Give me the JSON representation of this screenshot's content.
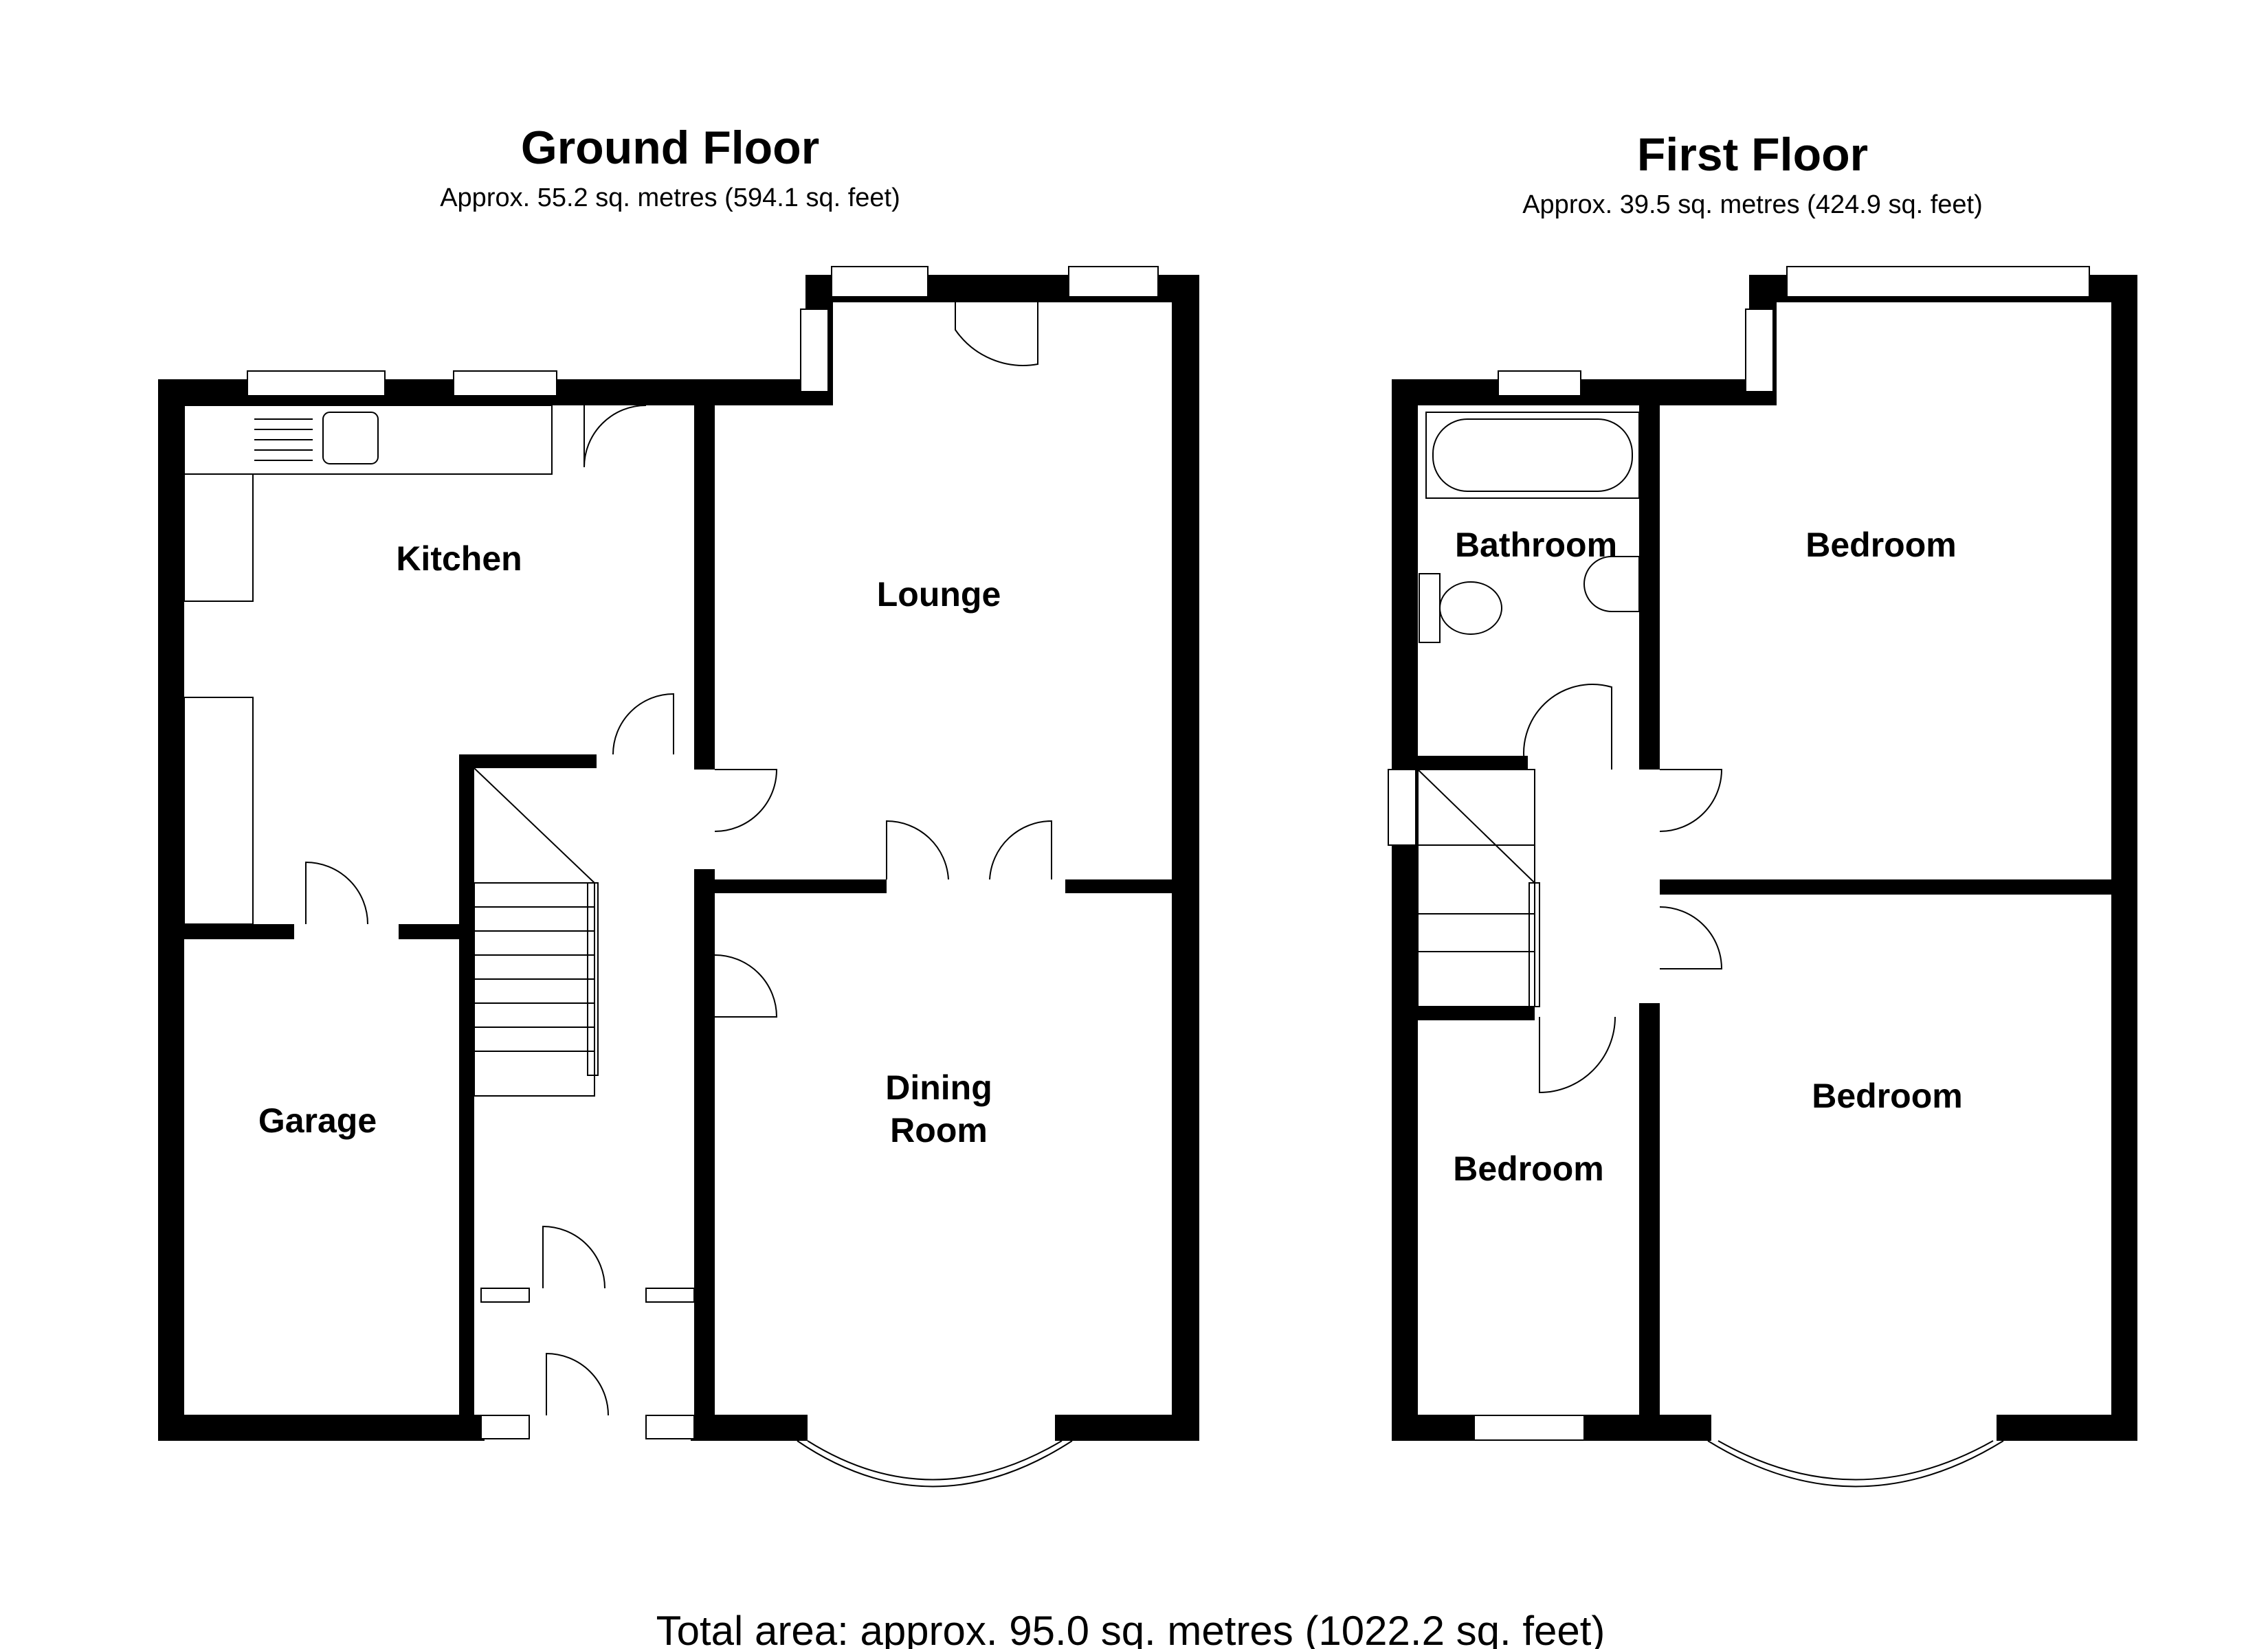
{
  "ground_floor": {
    "title": "Ground Floor",
    "area": "Approx. 55.2 sq. metres (594.1 sq. feet)",
    "rooms": {
      "kitchen": "Kitchen",
      "lounge": "Lounge",
      "garage": "Garage",
      "dining_line1": "Dining",
      "dining_line2": "Room"
    }
  },
  "first_floor": {
    "title": "First Floor",
    "area": "Approx. 39.5 sq. metres (424.9 sq. feet)",
    "rooms": {
      "bathroom": "Bathroom",
      "bedroom_large": "Bedroom",
      "bedroom_rear": "Bedroom",
      "bedroom_small": "Bedroom"
    }
  },
  "total_area": "Total area: approx. 95.0 sq. metres (1022.2 sq. feet)"
}
